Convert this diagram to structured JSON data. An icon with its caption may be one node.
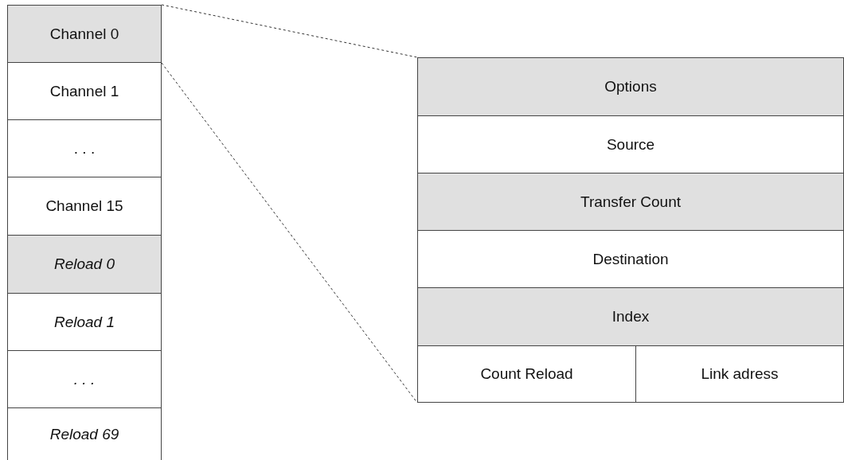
{
  "diagram": {
    "nodes": [
      {
        "text": [
          "Channel 0"
        ]
      },
      {
        "text": [
          "Channel 1"
        ]
      },
      {
        "text": [
          ". . ."
        ]
      },
      {
        "text": [
          "Channel 15"
        ]
      },
      {
        "text": [
          "Reload 0"
        ]
      },
      {
        "text": [
          "Reload 1"
        ]
      },
      {
        "text": [
          ". . ."
        ]
      },
      {
        "text": [
          "Reload 69"
        ]
      },
      {
        "text": [
          "Options"
        ]
      },
      {
        "text": [
          "Source"
        ]
      },
      {
        "text": [
          "Transfer Count"
        ]
      },
      {
        "text": [
          "Destination"
        ]
      },
      {
        "text": [
          "Index"
        ]
      },
      {
        "text": [
          "Count Reload"
        ]
      },
      {
        "text": [
          "Link adress"
        ]
      }
    ],
    "edges": [
      {
        "from": 0,
        "to": 8,
        "arrow": "none",
        "style": "dashed"
      },
      {
        "from": 0,
        "to": 13,
        "arrow": "none",
        "style": "dashed"
      }
    ]
  }
}
